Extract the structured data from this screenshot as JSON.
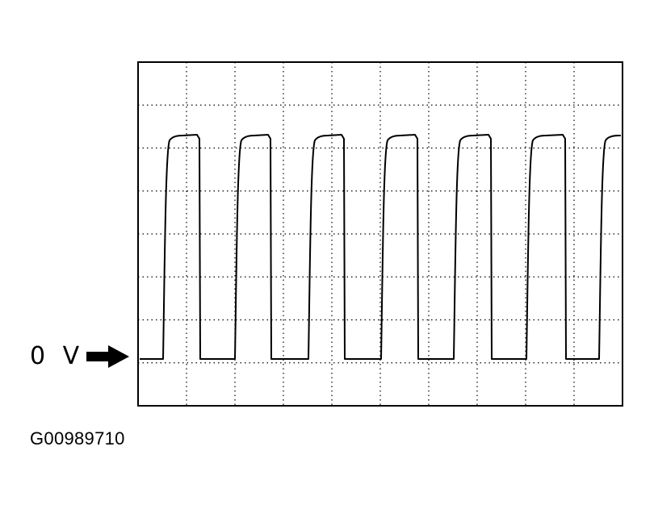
{
  "zero_marker": {
    "label": "0 V",
    "icon": "right-arrow-icon"
  },
  "figure_id": "G00989710",
  "colors": {
    "background": "#ffffff",
    "trace": "#000000",
    "grid": "#000000"
  },
  "grid": {
    "columns": 10,
    "rows": 8,
    "style": "dotted"
  },
  "waveform": {
    "type": "square-wave",
    "cycles_visible": 7,
    "baseline": "0 V"
  }
}
